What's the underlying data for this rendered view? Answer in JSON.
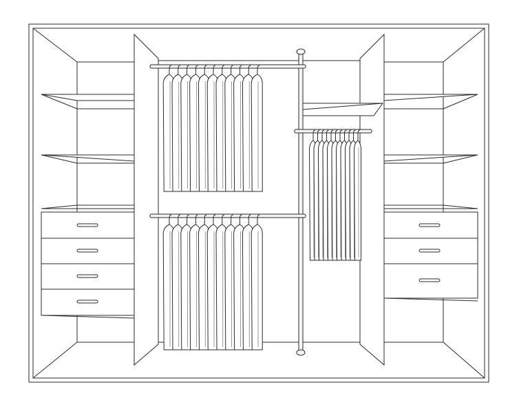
{
  "drawing": {
    "subject": "",
    "left_section": {
      "shelf_count": 2,
      "drawer_count": 4
    },
    "right_section": {
      "shelf_count": 2,
      "drawer_count": 3
    },
    "center_section": {
      "upper_rod_hangers": 11,
      "lower_rod_hangers": 11,
      "side_rod_hangers": 11
    }
  }
}
